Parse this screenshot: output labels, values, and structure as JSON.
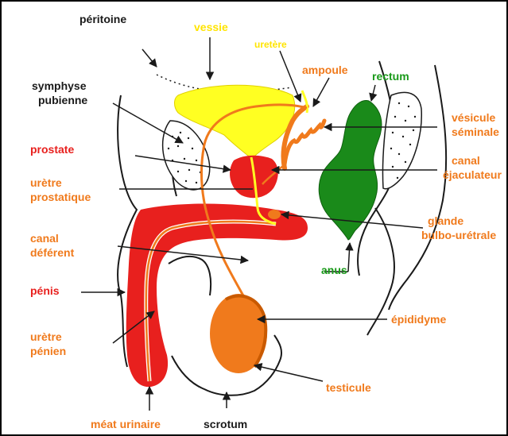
{
  "colors": {
    "vessie": "#ffff22",
    "prostate": "#e8201e",
    "penis": "#e8201e",
    "urethra": "#f07a1c",
    "testicule": "#f07a1c",
    "rectum": "#1a8a1a",
    "outline": "#1a1a1a",
    "label_orange": "#f07a1c",
    "label_red": "#e8201e",
    "label_black": "#1a1a1a",
    "label_yellow": "#ffe400",
    "label_green": "#1a9a1a"
  },
  "labels": {
    "peritoine": "péritoine",
    "vessie": "vessie",
    "uretere": "uretère",
    "ampoule": "ampoule",
    "rectum": "rectum",
    "symphyse_1": "symphyse",
    "symphyse_2": "pubienne",
    "vesicule_1": "vésicule",
    "vesicule_2": "séminale",
    "prostate": "prostate",
    "canal_ejac_1": "canal",
    "canal_ejac_2": "éjaculateur",
    "uretre_prost_1": "urètre",
    "uretre_prost_2": "prostatique",
    "glande_1": "glande",
    "glande_2": "bulbo-urétrale",
    "canal_def_1": "canal",
    "canal_def_2": "déférent",
    "anus": "anus",
    "penis": "pénis",
    "epididyme": "épididyme",
    "uretre_pen_1": "urètre",
    "uretre_pen_2": "pénien",
    "testicule": "testicule",
    "meat": "méat urinaire",
    "scrotum": "scrotum"
  }
}
